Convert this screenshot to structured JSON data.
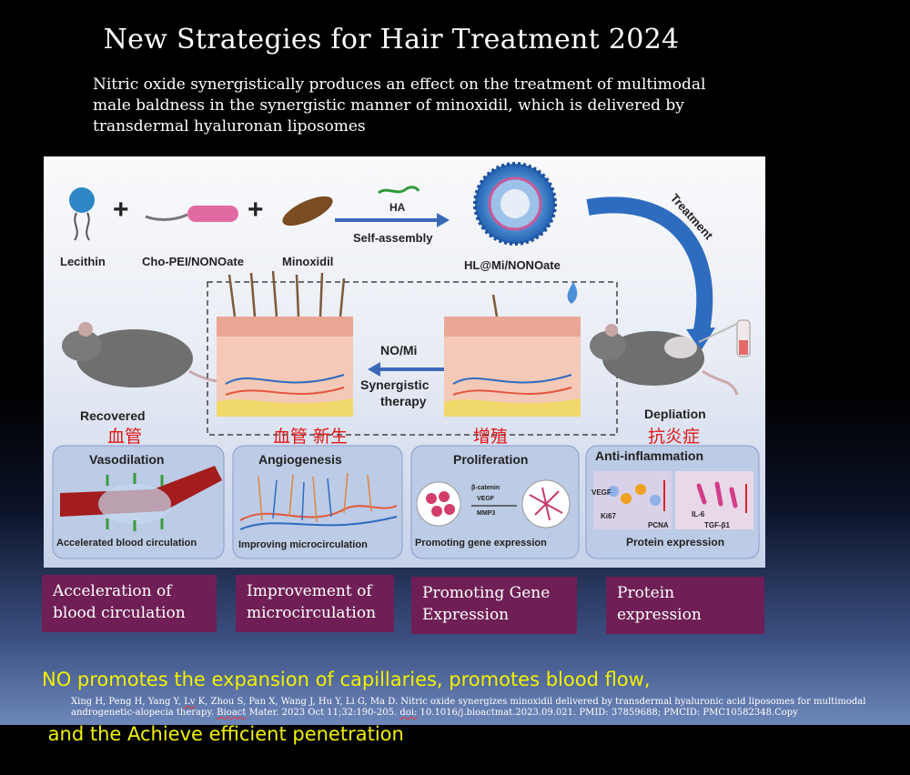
{
  "slide": {
    "title": "New Strategies for Hair Treatment 2024",
    "subtitle": "Nitric oxide synergistically produces an effect on the treatment of multimodal male baldness in the synergistic manner of minoxidil, which is delivered by transdermal hyaluronan liposomes",
    "note_line1": "NO promotes the expansion of capillaries, promotes blood flow,",
    "note_line2": " and the Achieve efficient penetration",
    "citation_a": "Xing H, Peng H, Yang Y, ",
    "citation_u1": "Lv",
    "citation_b": " K, Zhou S, Pan X, Wang J, Hu Y, Li G, Ma D. Nitric oxide synergizes minoxidil delivered by transdermal hyaluronic acid liposomes for multimodal androgenetic-alopecia therapy. ",
    "citation_u2": "Bioact",
    "citation_c": " Mater. 2023 Oct 11;32:190-205. ",
    "citation_u3": "doi:",
    "citation_d": " 10.1016/j.bioactmat.2023.09.021. PMID: 37859688; PMCID: PMC10582348.Copy"
  },
  "figure": {
    "lecithin": "Lecithin",
    "cho_pei": "Cho-PEI/NONOate",
    "minoxidil": "Minoxidil",
    "ha": "HA",
    "self_assembly": "Self-assembly",
    "liposome": "HL@Mi/NONOate",
    "treatment": "Treatment",
    "recovered": "Recovered",
    "depilation": "Depliation",
    "no_mi": "NO/Mi",
    "synergistic_1": "Synergistic",
    "synergistic_2": "therapy",
    "cn_vessel": "血管",
    "cn_angio": "血管 新生",
    "cn_prolif": "增殖",
    "cn_anti": "抗炎症",
    "vasodilation": "Vasodilation",
    "angiogenesis": "Angiogenesis",
    "proliferation": "Proliferation",
    "anti_inflammation": "Anti-inflammation",
    "accelerated": "Accelerated blood circulation",
    "improving": "Improving microcirculation",
    "promoting": "Promoting gene expression",
    "protein": "Protein expression",
    "beta_catenin": "β-catenin",
    "vegf": "VEGF",
    "mmp3": "MMP3",
    "vegf2": "VEGF",
    "ki67": "Ki67",
    "pcna": "PCNA",
    "il6": "IL-6",
    "tgf": "TGF-β1",
    "plus": "+"
  },
  "captions": [
    {
      "line1": "Acceleration of",
      "line2": "blood circulation"
    },
    {
      "line1": "Improvement of",
      "line2": "microcirculation"
    },
    {
      "line1": "Promoting Gene",
      "line2": "Expression"
    },
    {
      "line1": "Protein",
      "line2": "expression"
    }
  ],
  "colors": {
    "caption_bg": "#6f1f55",
    "note": "#f2f000",
    "chinese_labels": "#e21616"
  }
}
